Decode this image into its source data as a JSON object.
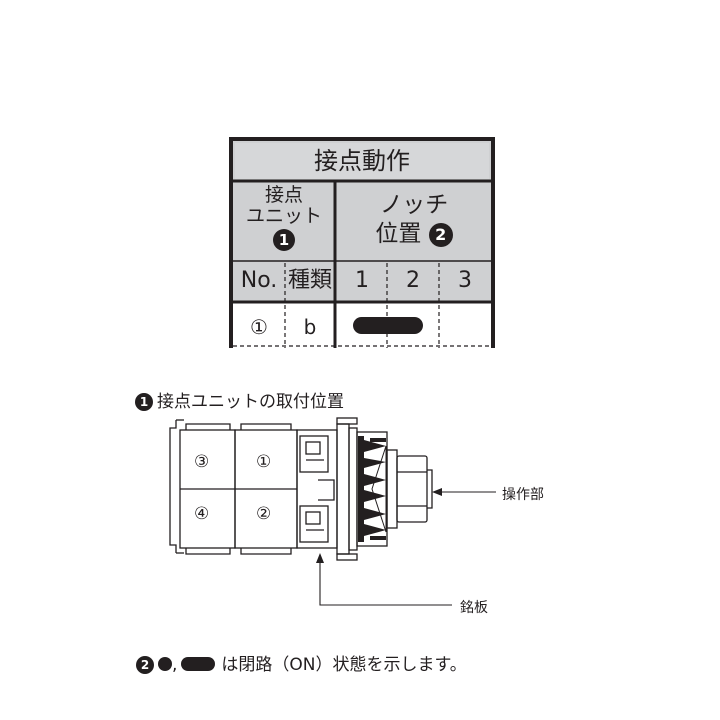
{
  "table": {
    "title": "接点動作",
    "unit_header_line1": "接点",
    "unit_header_line2": "ユニット",
    "unit_header_badge": "1",
    "notch_header_line1": "ノッチ",
    "notch_header_line2": "位置",
    "notch_header_badge": "2",
    "col_no": "No.",
    "col_type": "種類",
    "notch_positions": [
      "1",
      "2",
      "3"
    ],
    "row": {
      "no": "①",
      "type": "b",
      "on_positions": [
        1,
        2
      ],
      "on_mark": "pill"
    }
  },
  "diagram": {
    "caption_badge": "1",
    "caption_text": "接点ユニットの取付位置",
    "unit_labels": [
      "③",
      "①",
      "④",
      "②"
    ],
    "operator_label": "操作部",
    "nameplate_label": "銘板"
  },
  "note": {
    "badge": "2",
    "text": "は閉路（ON）状態を示します。"
  }
}
